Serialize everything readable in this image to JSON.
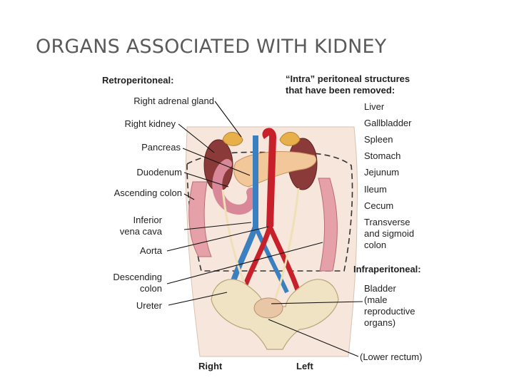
{
  "title": "ORGANS ASSOCIATED WITH KIDNEY",
  "figure": {
    "retroperitoneal_header": "Retroperitoneal:",
    "left_labels": [
      "Right adrenal gland",
      "Right kidney",
      "Pancreas",
      "Duodenum",
      "Ascending colon",
      "Inferior",
      "vena cava",
      "Aorta",
      "Descending",
      "colon",
      "Ureter"
    ],
    "intra_header": [
      "“Intra” peritoneal structures",
      "that have been removed:"
    ],
    "intra_items": [
      "Liver",
      "Gallbladder",
      "Spleen",
      "Stomach",
      "Jejunum",
      "Ileum",
      "Cecum",
      "Transverse",
      "and sigmoid",
      "colon"
    ],
    "infra_header": "Infraperitoneal:",
    "infra_items": [
      "Bladder",
      "(male",
      "reproductive",
      "organs)"
    ],
    "lower_rectum": "(Lower rectum)",
    "side_right": "Right",
    "side_left": "Left"
  },
  "colors": {
    "title": "#5a5a5a",
    "kidney": "#8b3a3a",
    "adrenal": "#e8b04a",
    "aorta": "#c8202a",
    "vena_cava": "#3a7fc0",
    "colon": "#e6a1a8",
    "bone": "#efe3c4",
    "pancreas": "#f2c79a"
  }
}
